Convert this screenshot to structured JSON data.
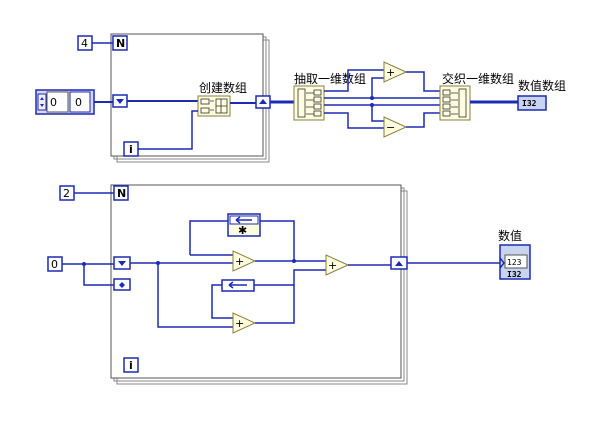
{
  "colors": {
    "wire": "#1c2bb4",
    "terminal": "#1c2bb4",
    "node_fill": "#fffde0",
    "node_stroke": "#8a7d3a",
    "frame": "#555555",
    "shadow": "#c8c8c8",
    "indicator_fill": "#c8d4f0"
  },
  "top_loop": {
    "count_constant": "4",
    "count_terminal": "N",
    "iteration_terminal": "i",
    "build_array_label": "创建数组",
    "array_control_index": "0",
    "array_control_value": "0"
  },
  "middle": {
    "index_array_label": "抽取一维数组",
    "interleave_label": "交织一维数组",
    "output_label": "数值数组",
    "output_indicator": "I32",
    "add_symbol": "+",
    "subtract_symbol": "−"
  },
  "bottom_loop": {
    "count_constant": "2",
    "count_terminal": "N",
    "iteration_terminal": "i",
    "init_constant": "0",
    "multiply_symbol": "✱",
    "add_symbol": "+",
    "output_label": "数值",
    "output_value": "123",
    "output_type": "I32"
  }
}
